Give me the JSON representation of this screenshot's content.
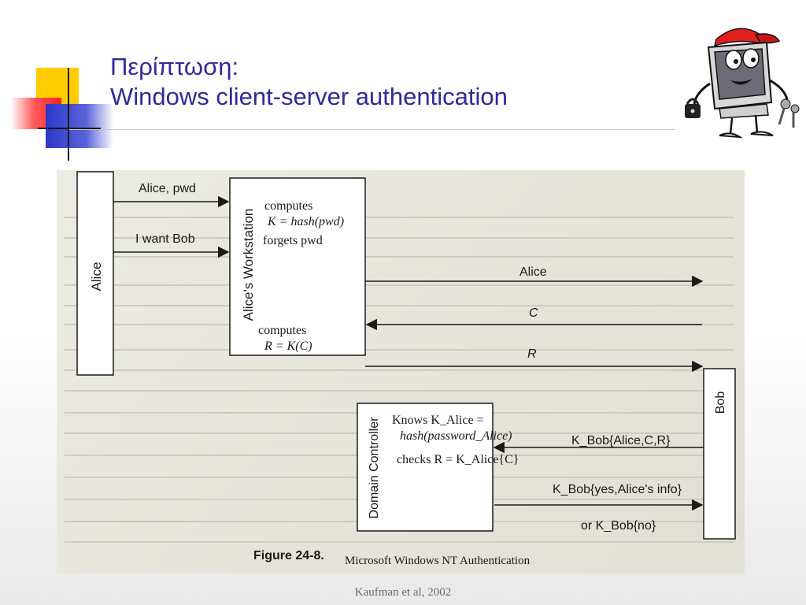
{
  "slide": {
    "title_line1": "Περίπτωση:",
    "title_line2": "Windows client-server authentication",
    "credit": "Kaufman et al,  2002"
  },
  "figure": {
    "label": "Figure 24-8.",
    "caption": "Microsoft Windows NT Authentication",
    "entities": {
      "alice": "Alice",
      "workstation": "Alice's Workstation",
      "bob": "Bob",
      "dc": "Domain Controller"
    },
    "messages": {
      "m1": "Alice, pwd",
      "m2": "I want Bob",
      "m3": "Alice",
      "m4": "C",
      "m5": "R",
      "m6": "K_Bob{Alice,C,R}",
      "m7": "K_Bob{yes,Alice's info}",
      "m8": "or K_Bob{no}"
    },
    "workstation_notes": {
      "computes": "computes",
      "k_hash": "K = hash(pwd)",
      "forgets": "forgets pwd",
      "computes2": "computes",
      "r_formula": "R = K(C)"
    },
    "dc_notes": {
      "knows": "Knows K_Alice =",
      "hash": "hash(password_Alice)",
      "checks": "checks R = K_Alice{C}"
    }
  },
  "colors": {
    "title": "#2e2a9e",
    "accent_yellow": "#ffcc00",
    "accent_red": "#ff2020",
    "accent_blue": "#2c37c9",
    "paper": "#e6e4db",
    "ink": "#1a1a1a"
  }
}
